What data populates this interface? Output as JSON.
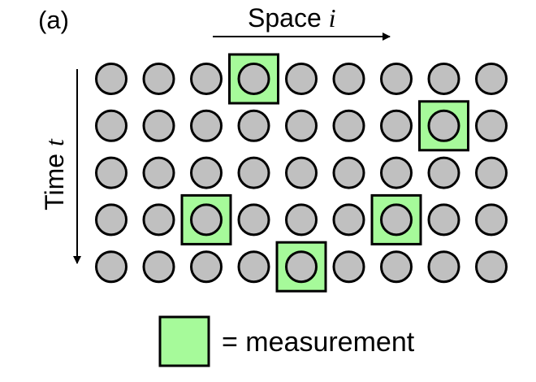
{
  "panel_label": "(a)",
  "x_axis": {
    "label": "Space ",
    "var": "i"
  },
  "y_axis": {
    "label": "Time ",
    "var": "t"
  },
  "grid": {
    "columns": 9,
    "rows": 5
  },
  "measurements": [
    {
      "row": 0,
      "col": 3
    },
    {
      "row": 1,
      "col": 7
    },
    {
      "row": 3,
      "col": 2
    },
    {
      "row": 3,
      "col": 6
    },
    {
      "row": 4,
      "col": 4
    }
  ],
  "legend": {
    "text": "= measurement"
  },
  "colors": {
    "node": "#c0c0c0",
    "measurement": "#a6fa9a",
    "stroke": "#000000"
  }
}
